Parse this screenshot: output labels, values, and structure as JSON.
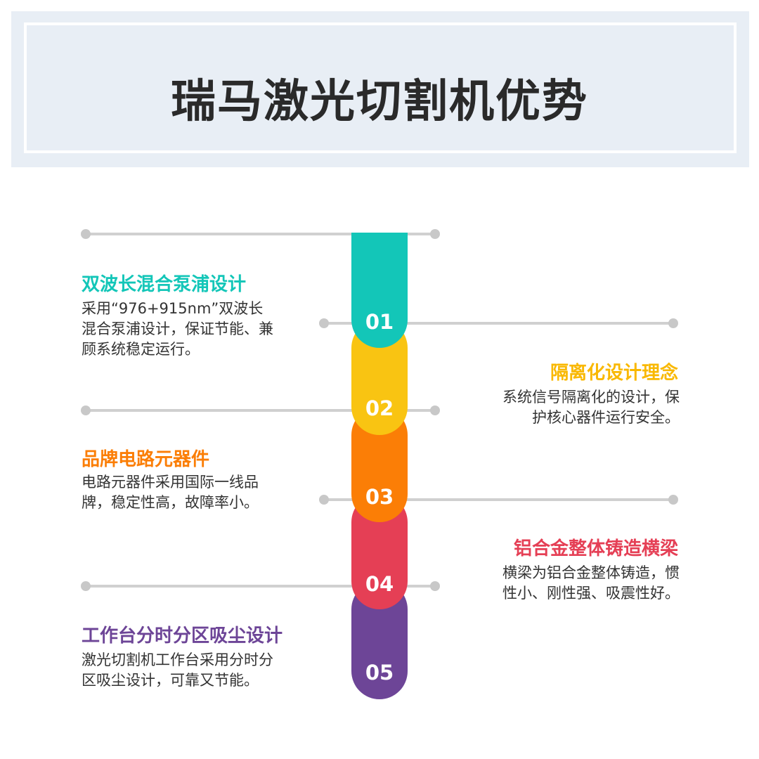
{
  "header": {
    "title": "瑞马激光切割机优势"
  },
  "items": [
    {
      "number": "01",
      "title": "双波长混合泵浦设计",
      "description": "采用“976+915nm”双波长\n混合泵浦设计，保证节能、兼\n顾系统稳定运行。",
      "color": "#13c6b8"
    },
    {
      "number": "02",
      "title": "隔离化设计理念",
      "description": "系统信号隔离化的设计，保\n护核心器件运行安全。",
      "color": "#f9c412"
    },
    {
      "number": "03",
      "title": "品牌电路元器件",
      "description": "电路元器件采用国际一线品\n牌，稳定性高，故障率小。",
      "color": "#fb7e06"
    },
    {
      "number": "04",
      "title": "铝合金整体铸造横梁",
      "description": "横梁为铝合金整体铸造，惯\n性小、刚性强、吸震性好。",
      "color": "#e53f55"
    },
    {
      "number": "05",
      "title": "工作台分时分区吸尘设计",
      "description": "激光切割机工作台采用分时分\n区吸尘设计，可靠又节能。",
      "color": "#6d4597"
    }
  ]
}
